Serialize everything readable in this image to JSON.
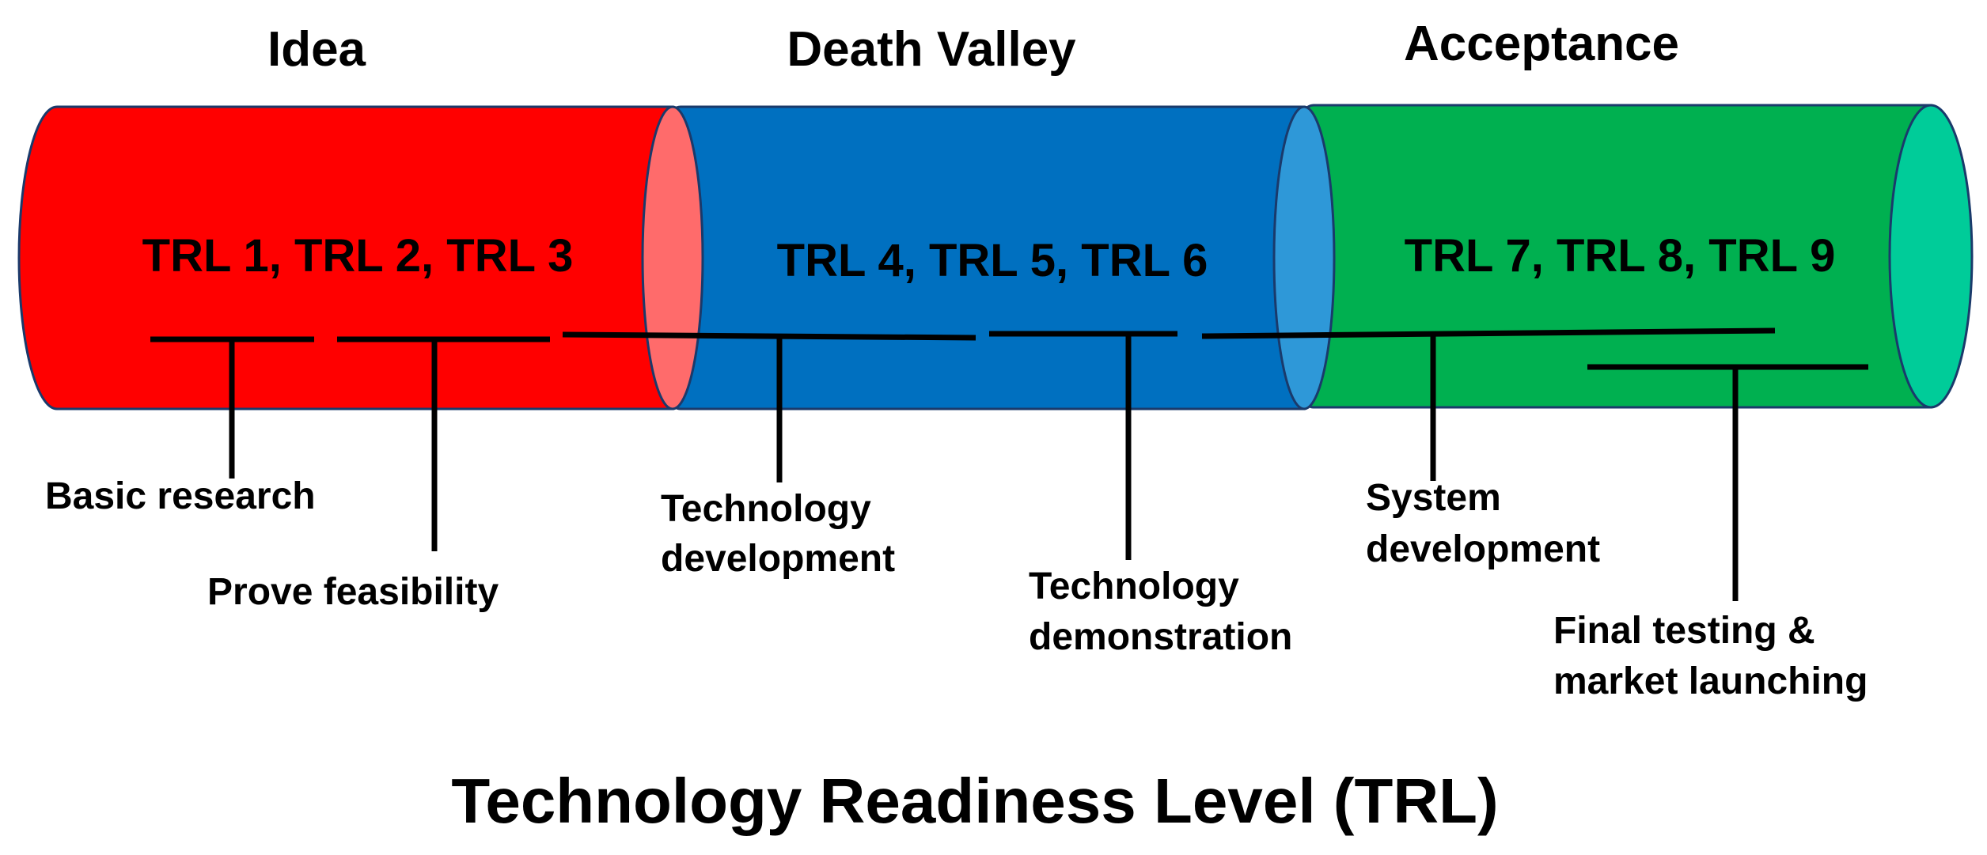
{
  "phases": [
    {
      "title": "Idea",
      "trl": "TRL 1, TRL 2, TRL 3"
    },
    {
      "title": "Death Valley",
      "trl": "TRL 4, TRL 5, TRL 6"
    },
    {
      "title": "Acceptance",
      "trl": "TRL 7, TRL 8, TRL 9"
    }
  ],
  "steps": [
    {
      "lines": [
        "Basic research"
      ]
    },
    {
      "lines": [
        "Prove feasibility"
      ]
    },
    {
      "lines": [
        "Technology",
        "development"
      ]
    },
    {
      "lines": [
        "Technology",
        "demonstration"
      ]
    },
    {
      "lines": [
        "System",
        "development"
      ]
    },
    {
      "lines": [
        "Final testing &",
        "market launching"
      ]
    }
  ],
  "title": "Technology Readiness Level (TRL)",
  "colors": {
    "idea": "#ff0000",
    "idea_cap": "#ff6b6b",
    "death_valley": "#0070c0",
    "death_valley_cap": "#2e98d8",
    "acceptance": "#00b050",
    "acceptance_cap": "#00cc99"
  }
}
